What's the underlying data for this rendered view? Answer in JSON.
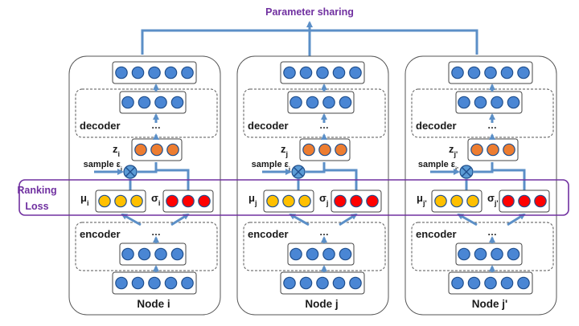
{
  "title": "Parameter sharing",
  "ranking_loss": {
    "line1": "Ranking",
    "line2": "Loss"
  },
  "ellipsis": "…",
  "colors": {
    "node_blue": "#4a86d4",
    "node_blue_stroke": "#1f4e8c",
    "mu_yellow": "#ffc000",
    "sigma_red": "#ff0000",
    "z_orange": "#ed7d31",
    "arrow_blue": "#5b8fc7",
    "purple": "#7030a0"
  },
  "columns": [
    {
      "id": "i",
      "node_label": "Node i",
      "decoder_label": "decoder",
      "encoder_label": "encoder",
      "z": "z",
      "z_sub": "i",
      "mu": "μ",
      "mu_sub": "i",
      "sigma": "σ",
      "sigma_sub": "i",
      "sample": "sample ε",
      "sample_sub": "i"
    },
    {
      "id": "j",
      "node_label": "Node j",
      "decoder_label": "decoder",
      "encoder_label": "encoder",
      "z": "z",
      "z_sub": "j",
      "mu": "μ",
      "mu_sub": "j",
      "sigma": "σ",
      "sigma_sub": "j",
      "sample": "sample ε",
      "sample_sub": "j"
    },
    {
      "id": "j'",
      "node_label": "Node j'",
      "decoder_label": "decoder",
      "encoder_label": "encoder",
      "z": "z",
      "z_sub": "j'",
      "mu": "μ",
      "mu_sub": "j'",
      "sigma": "σ",
      "sigma_sub": "j'",
      "sample": "sample ε",
      "sample_sub": "j'"
    }
  ]
}
